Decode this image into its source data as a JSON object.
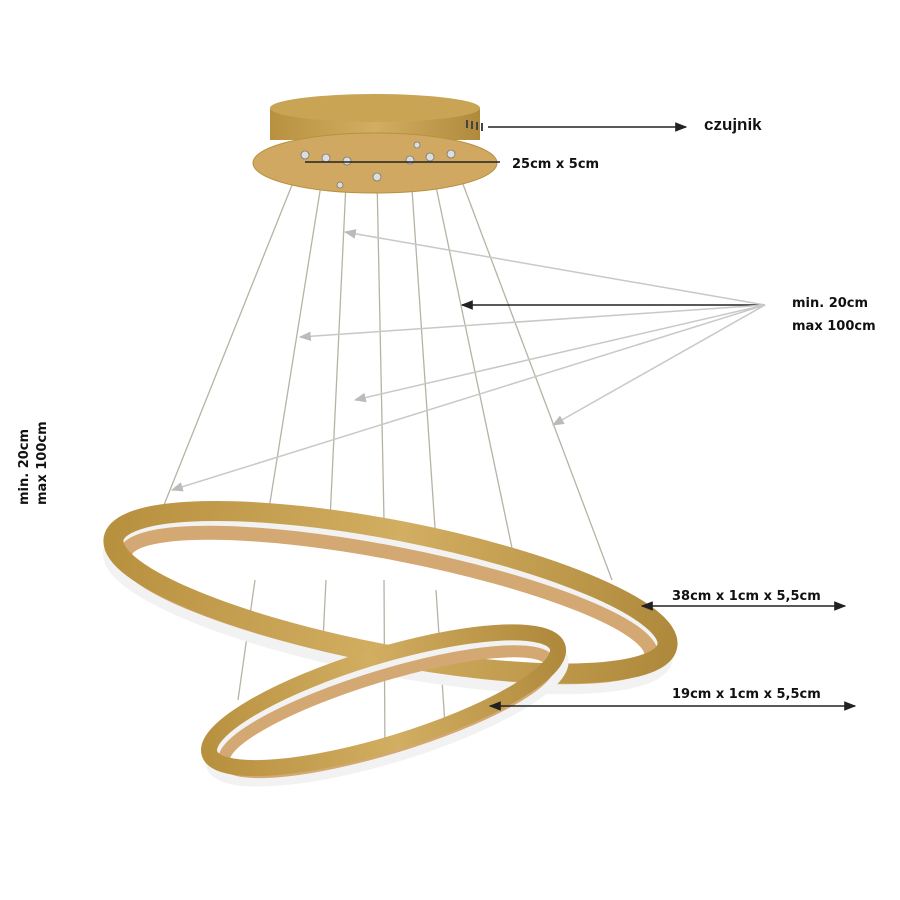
{
  "labels": {
    "sensor": "czujnik",
    "canopy_size": "25cm x 5cm",
    "cable_length_min": "min. 20cm",
    "cable_length_max": "max 100cm",
    "side_length_min": "min. 20cm",
    "side_length_max": "max 100cm",
    "large_ring_size": "38cm x 1cm x 5,5cm",
    "small_ring_size": "19cm x 1cm x 5,5cm"
  },
  "colors": {
    "gold": "#c9a455",
    "gold_dark": "#a8843e",
    "inner_copper": "#d4a873",
    "led_white": "#f7f7f7"
  }
}
